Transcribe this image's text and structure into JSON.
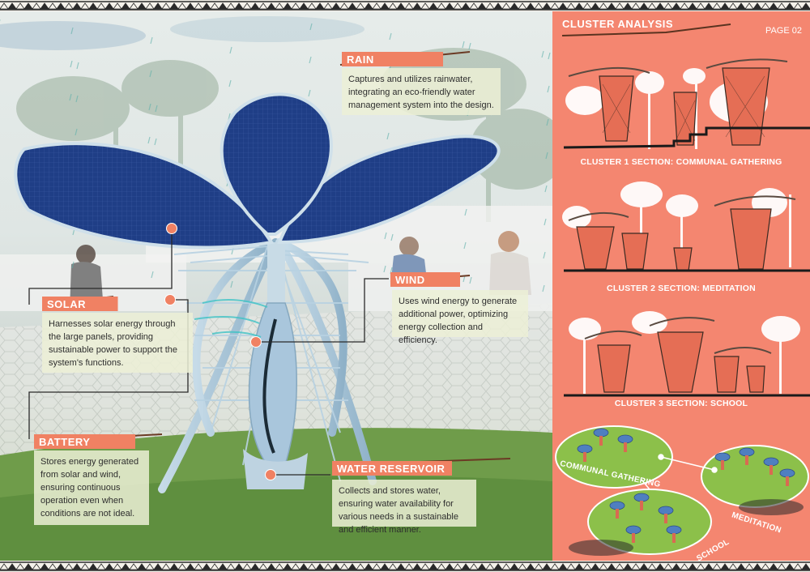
{
  "callouts": {
    "rain": {
      "title": "RAIN",
      "text": "Captures and utilizes rainwater, integrating an eco-friendly water management system into the design."
    },
    "solar": {
      "title": "SOLAR",
      "text": "Harnesses solar energy through the large panels, providing sustainable power to support the system's functions."
    },
    "wind": {
      "title": "WIND",
      "text": "Uses wind energy to generate additional power, optimizing energy collection and efficiency."
    },
    "battery": {
      "title": "BATTERY",
      "text": "Stores energy generated from solar and wind, ensuring continuous operation even when conditions are not ideal."
    },
    "water": {
      "title": "WATER RESERVOIR",
      "text": "Collects and stores water, ensuring water availability for various needs in a sustainable and efficient manner."
    }
  },
  "panel": {
    "title": "CLUSTER ANALYSIS",
    "page": "PAGE 02",
    "sections": [
      "CLUSTER 1 SECTION: COMMUNAL GATHERING",
      "CLUSTER 2 SECTION: MEDITATION",
      "CLUSTER 3 SECTION: SCHOOL"
    ],
    "map_labels": {
      "communal": "COMMUNAL GATHERING",
      "meditation": "MEDITATION",
      "school": "SCHOOL"
    }
  },
  "colors": {
    "accent": "#f48670",
    "callout": "#f08163",
    "panel_dark": "#3a2a22",
    "solar_blue": "#1f3e86",
    "frame": "#a9c6dc"
  }
}
